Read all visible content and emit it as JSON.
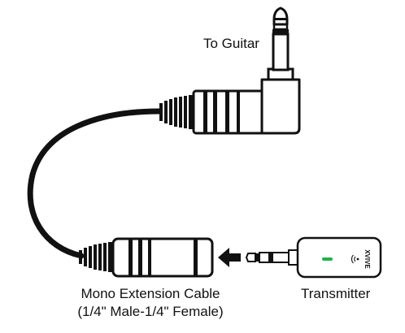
{
  "labels": {
    "to_guitar": "To Guitar",
    "cable_line1": "Mono Extension Cable",
    "cable_line2": "(1/4\" Male-1/4\" Female)",
    "transmitter": "Transmitter",
    "transmitter_brand": "XVIVE"
  },
  "colors": {
    "outline": "#111111",
    "background": "#ffffff",
    "cable": "#111111",
    "led": "#22b04b"
  },
  "icons": {
    "arrow": "arrow-left-icon",
    "wireless": "wireless-icon"
  }
}
